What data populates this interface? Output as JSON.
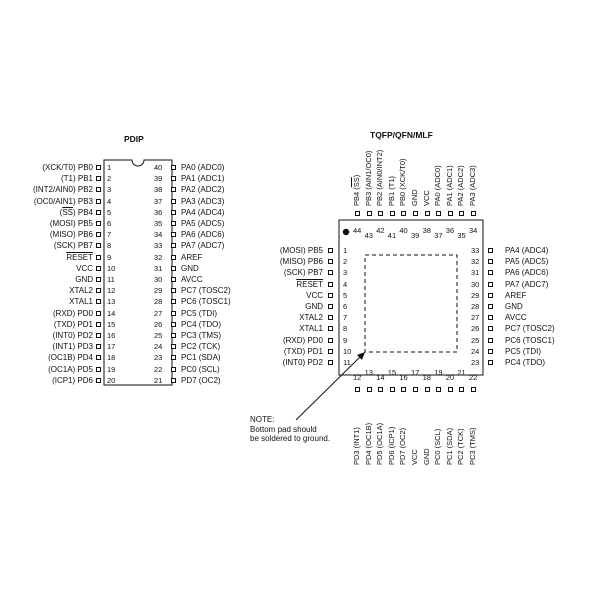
{
  "pdip": {
    "title": "PDIP",
    "left_pins": [
      {
        "num": "1",
        "label": "(XCK/T0)  PB0"
      },
      {
        "num": "2",
        "label": "(T1)  PB1"
      },
      {
        "num": "3",
        "label": "(INT2/AIN0)  PB2"
      },
      {
        "num": "4",
        "label": "(OC0/AIN1)  PB3"
      },
      {
        "num": "5",
        "label": "(SS)  PB4"
      },
      {
        "num": "6",
        "label": "(MOSI)  PB5"
      },
      {
        "num": "7",
        "label": "(MISO)  PB6"
      },
      {
        "num": "8",
        "label": "(SCK)  PB7"
      },
      {
        "num": "9",
        "label": "RESET"
      },
      {
        "num": "10",
        "label": "VCC"
      },
      {
        "num": "11",
        "label": "GND"
      },
      {
        "num": "12",
        "label": "XTAL2"
      },
      {
        "num": "13",
        "label": "XTAL1"
      },
      {
        "num": "14",
        "label": "(RXD)  PD0"
      },
      {
        "num": "15",
        "label": "(TXD)  PD1"
      },
      {
        "num": "16",
        "label": "(INT0)  PD2"
      },
      {
        "num": "17",
        "label": "(INT1)  PD3"
      },
      {
        "num": "18",
        "label": "(OC1B)  PD4"
      },
      {
        "num": "19",
        "label": "(OC1A)  PD5"
      },
      {
        "num": "20",
        "label": "(ICP1)  PD6"
      }
    ],
    "right_pins": [
      {
        "num": "40",
        "label": "PA0  (ADC0)"
      },
      {
        "num": "39",
        "label": "PA1  (ADC1)"
      },
      {
        "num": "38",
        "label": "PA2  (ADC2)"
      },
      {
        "num": "37",
        "label": "PA3  (ADC3)"
      },
      {
        "num": "36",
        "label": "PA4  (ADC4)"
      },
      {
        "num": "35",
        "label": "PA5  (ADC5)"
      },
      {
        "num": "34",
        "label": "PA6  (ADC6)"
      },
      {
        "num": "33",
        "label": "PA7  (ADC7)"
      },
      {
        "num": "32",
        "label": "AREF"
      },
      {
        "num": "31",
        "label": "GND"
      },
      {
        "num": "30",
        "label": "AVCC"
      },
      {
        "num": "29",
        "label": "PC7  (TOSC2)"
      },
      {
        "num": "28",
        "label": "PC6  (TOSC1)"
      },
      {
        "num": "27",
        "label": "PC5  (TDI)"
      },
      {
        "num": "26",
        "label": "PC4  (TDO)"
      },
      {
        "num": "25",
        "label": "PC3  (TMS)"
      },
      {
        "num": "24",
        "label": "PC2  (TCK)"
      },
      {
        "num": "23",
        "label": "PC1  (SDA)"
      },
      {
        "num": "22",
        "label": "PC0  (SCL)"
      },
      {
        "num": "21",
        "label": "PD7  (OC2)"
      }
    ]
  },
  "tqfp": {
    "title": "TQFP/QFN/MLF",
    "left_pins": [
      {
        "num": "1",
        "label": "(MOSI)  PB5"
      },
      {
        "num": "2",
        "label": "(MISO)  PB6"
      },
      {
        "num": "3",
        "label": "(SCK)  PB7"
      },
      {
        "num": "4",
        "label": "RESET"
      },
      {
        "num": "5",
        "label": "VCC"
      },
      {
        "num": "6",
        "label": "GND"
      },
      {
        "num": "7",
        "label": "XTAL2"
      },
      {
        "num": "8",
        "label": "XTAL1"
      },
      {
        "num": "9",
        "label": "(RXD)  PD0"
      },
      {
        "num": "10",
        "label": "(TXD)  PD1"
      },
      {
        "num": "11",
        "label": "(INT0)  PD2"
      }
    ],
    "right_pins": [
      {
        "num": "33",
        "label": "PA4  (ADC4)"
      },
      {
        "num": "32",
        "label": "PA5  (ADC5)"
      },
      {
        "num": "31",
        "label": "PA6  (ADC6)"
      },
      {
        "num": "30",
        "label": "PA7  (ADC7)"
      },
      {
        "num": "29",
        "label": "AREF"
      },
      {
        "num": "28",
        "label": "GND"
      },
      {
        "num": "27",
        "label": "AVCC"
      },
      {
        "num": "26",
        "label": "PC7  (TOSC2)"
      },
      {
        "num": "25",
        "label": "PC6  (TOSC1)"
      },
      {
        "num": "24",
        "label": "PC5  (TDI)"
      },
      {
        "num": "23",
        "label": "PC4  (TDO)"
      }
    ],
    "top_pins": [
      {
        "num": "44",
        "label": "PB4  (SS)"
      },
      {
        "num": "43",
        "label": "PB3  (AIN1/OC0)"
      },
      {
        "num": "42",
        "label": "PB2  (AIN0/INT2)"
      },
      {
        "num": "41",
        "label": "PB1  (T1)"
      },
      {
        "num": "40",
        "label": "PB0  (XCK/T0)"
      },
      {
        "num": "39",
        "label": "GND"
      },
      {
        "num": "38",
        "label": "VCC"
      },
      {
        "num": "37",
        "label": "PA0  (ADC0)"
      },
      {
        "num": "36",
        "label": "PA1  (ADC1)"
      },
      {
        "num": "35",
        "label": "PA2  (ADC2)"
      },
      {
        "num": "34",
        "label": "PA3  (ADC3)"
      }
    ],
    "bottom_pins": [
      {
        "num": "12",
        "label": "PD3  (INT1)"
      },
      {
        "num": "13",
        "label": "PD4  (OC1B)"
      },
      {
        "num": "14",
        "label": "PD5  (OC1A)"
      },
      {
        "num": "15",
        "label": "PD6  (ICP1)"
      },
      {
        "num": "16",
        "label": "PD7  (OC2)"
      },
      {
        "num": "17",
        "label": "VCC"
      },
      {
        "num": "18",
        "label": "GND"
      },
      {
        "num": "19",
        "label": "PC0  (SCL)"
      },
      {
        "num": "20",
        "label": "PC1  (SDA)"
      },
      {
        "num": "21",
        "label": "PC2  (TCK)"
      },
      {
        "num": "22",
        "label": "PC3  (TMS)"
      }
    ],
    "note": "NOTE:\nBottom pad should\nbe soldered to ground."
  }
}
